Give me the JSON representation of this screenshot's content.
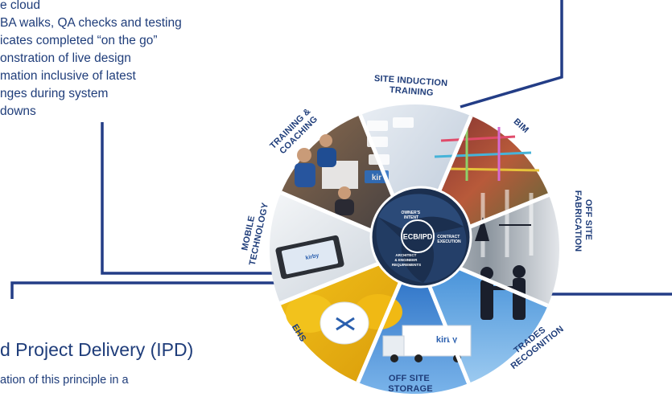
{
  "left_text": {
    "bullets": [
      "e cloud",
      "BA    walks, QA checks and testing",
      "icates completed “on the go”",
      "onstration of live design",
      "mation inclusive of latest",
      "nges during system",
      "downs"
    ],
    "heading": "d Project Delivery (IPD)",
    "subtext": "ation of this principle in a"
  },
  "wheel": {
    "segments": [
      {
        "label_lines": [
          "SITE INDUCTION",
          "TRAINING"
        ],
        "icon": "keyboard-photo"
      },
      {
        "label_lines": [
          "BIM"
        ],
        "icon": "bim-render"
      },
      {
        "label_lines": [
          "OFF SITE",
          "FABRICATION"
        ],
        "icon": "ductwork-photo"
      },
      {
        "label_lines": [
          "TRADES",
          "RECOGNITION"
        ],
        "icon": "handshake-silhouette"
      },
      {
        "label_lines": [
          "OFF SITE",
          "STORAGE"
        ],
        "icon": "truck-photo"
      },
      {
        "label_lines": [
          "EHS"
        ],
        "icon": "hard-hats-photo"
      },
      {
        "label_lines": [
          "MOBILE",
          "TECHNOLOGY"
        ],
        "icon": "tablet-photo"
      },
      {
        "label_lines": [
          "TRAINING &",
          "COACHING"
        ],
        "icon": "meeting-photo"
      }
    ],
    "core": {
      "center_label": "ECB/IPD",
      "petals": [
        [
          "OWNER'S",
          "INTENT"
        ],
        [
          "CONTRACT",
          "EXECUTION"
        ],
        [
          "ARCHITECT",
          "& ENGINEER",
          "REQUIREMENTS"
        ]
      ]
    },
    "truck_brand": "kirby",
    "keyboard_brand": "kir"
  },
  "colors": {
    "navy": "#1f3d7a",
    "core_dark": "#1b2f4f",
    "core_mid": "#2b4a78",
    "connector": "#233d86"
  }
}
